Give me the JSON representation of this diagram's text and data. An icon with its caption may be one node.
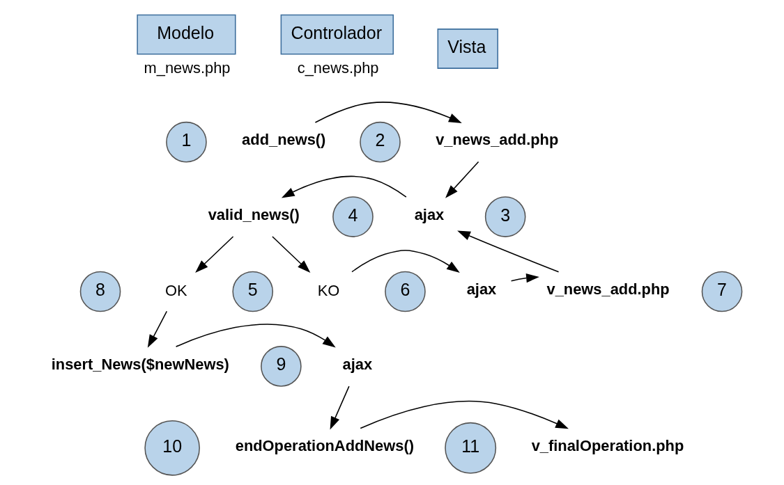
{
  "diagram": {
    "nodes": [
      {
        "text": [
          "Modelo"
        ],
        "beside": [
          "m_news.php"
        ]
      },
      {
        "text": [
          "Controlador"
        ],
        "beside": [
          "c_news.php"
        ]
      },
      {
        "text": [
          "Vista"
        ]
      },
      {
        "text": [
          "1"
        ]
      },
      {
        "text": [
          "add_news()"
        ]
      },
      {
        "text": [
          "2"
        ]
      },
      {
        "text": [
          "v_news_add.php"
        ]
      },
      {
        "text": [
          "3"
        ]
      },
      {
        "text": [
          "4"
        ]
      },
      {
        "text": [
          "ajax"
        ]
      },
      {
        "text": [
          "valid_news()"
        ]
      },
      {
        "text": [
          "7"
        ]
      },
      {
        "text": [
          "8"
        ]
      },
      {
        "text": [
          "5"
        ]
      },
      {
        "text": [
          "6"
        ]
      },
      {
        "text": [
          "OK"
        ]
      },
      {
        "text": [
          "KO"
        ]
      },
      {
        "text": [
          "ajax"
        ]
      },
      {
        "text": [
          "v_news_add.php"
        ]
      },
      {
        "text": [
          "insert_News($newNews)"
        ]
      },
      {
        "text": [
          "9"
        ]
      },
      {
        "text": [
          "ajax"
        ]
      },
      {
        "text": [
          "10"
        ]
      },
      {
        "text": [
          "11"
        ]
      },
      {
        "text": [
          "endOperationAddNews()"
        ]
      },
      {
        "text": [
          "v_finalOperation.php"
        ]
      }
    ],
    "edges": [
      {
        "from": 4,
        "to": 6,
        "arrow": "to"
      },
      {
        "from": 6,
        "to": 9,
        "arrow": "to"
      },
      {
        "from": 9,
        "to": 10,
        "arrow": "to"
      },
      {
        "from": 10,
        "to": 15,
        "arrow": "to"
      },
      {
        "from": 10,
        "to": 16,
        "arrow": "to"
      },
      {
        "from": 16,
        "to": 17,
        "arrow": "to"
      },
      {
        "from": 17,
        "to": 18,
        "arrow": "to"
      },
      {
        "from": 18,
        "to": 9,
        "arrow": "to"
      },
      {
        "from": 15,
        "to": 19,
        "arrow": "to"
      },
      {
        "from": 19,
        "to": 21,
        "arrow": "to"
      },
      {
        "from": 21,
        "to": 24,
        "arrow": "to"
      },
      {
        "from": 24,
        "to": 25,
        "arrow": "to"
      }
    ]
  }
}
